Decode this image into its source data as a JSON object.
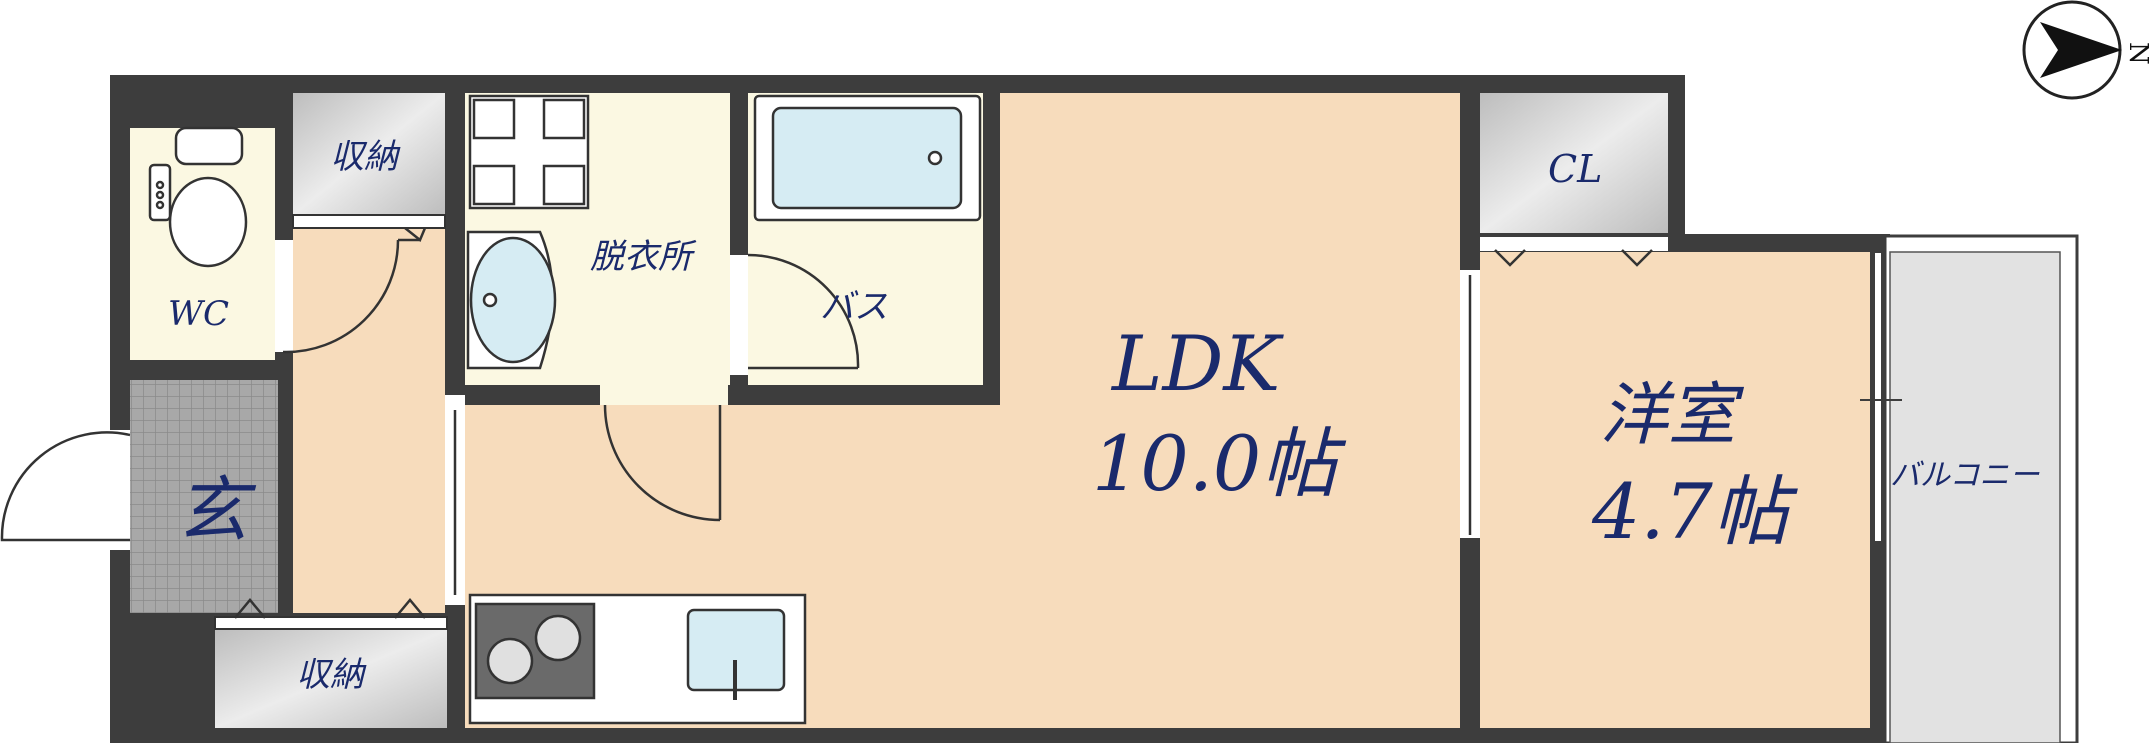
{
  "rooms": {
    "wc": "WC",
    "storage_top": "収納",
    "dressing": "脱衣所",
    "bath": "バス",
    "ldk_name": "LDK",
    "ldk_size": "10.0帖",
    "closet": "CL",
    "western_name": "洋室",
    "western_size": "4.7帖",
    "entrance": "玄",
    "storage_bottom": "収納",
    "balcony": "バルコニー"
  },
  "compass": {
    "label": "N"
  },
  "colors": {
    "wall": "#3d3d3d",
    "floor_wood": "#f7dcbc",
    "wet_area": "#fbf8e2",
    "storage": "#cfcfcf",
    "entrance_tile": "#9a9a9a",
    "balcony": "#e2e2e2",
    "label_text": "#1a2a6c"
  }
}
